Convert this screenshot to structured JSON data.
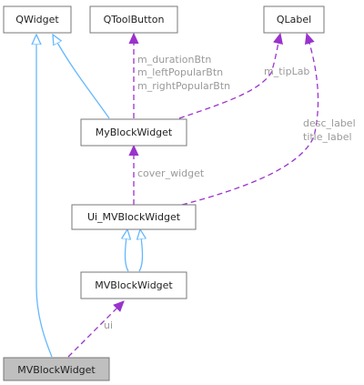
{
  "colors": {
    "inherit": "#63b8ff",
    "usage": "#9a32cd",
    "node_fill": "#ffffff",
    "highlight_fill": "#bfbfbf",
    "node_border": "#777777"
  },
  "nodes": {
    "qwidget": "QWidget",
    "qtoolbutton": "QToolButton",
    "qlabel": "QLabel",
    "myblockwidget": "MyBlockWidget",
    "ui_mvblockwidget": "Ui_MVBlockWidget",
    "mvblockwidget_ui": "MVBlockWidget",
    "mvblockwidget_main": "MVBlockWidget"
  },
  "edge_labels": {
    "toolbutton_members": [
      "m_durationBtn",
      "m_leftPopularBtn",
      "m_rightPopularBtn"
    ],
    "tiplab": "m_tipLab",
    "label_members": [
      "desc_label",
      "title_label"
    ],
    "cover_widget": "cover_widget",
    "ui": "ui"
  }
}
